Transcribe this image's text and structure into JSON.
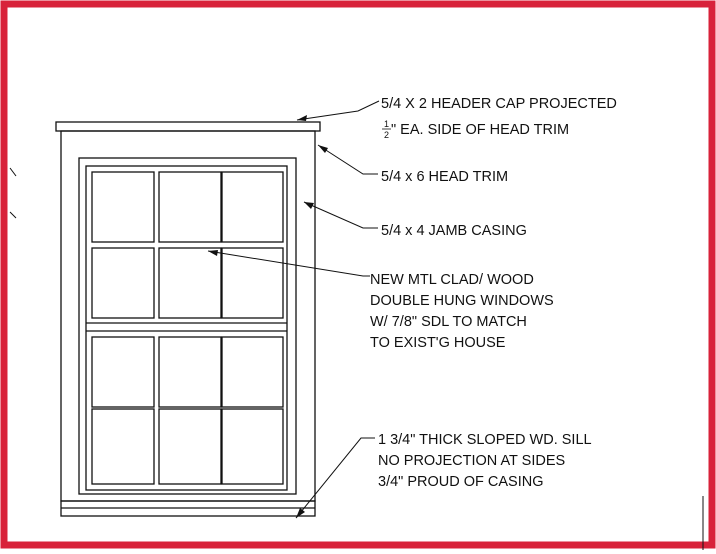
{
  "colors": {
    "border": "#d8223a",
    "line": "#111111",
    "background": "#ffffff"
  },
  "annotations": {
    "header_cap": {
      "line1": "5/4 X 2 HEADER CAP PROJECTED",
      "fraction_numerator": "1",
      "fraction_denominator": "2",
      "line2_rest": "\" EA. SIDE OF HEAD TRIM"
    },
    "head_trim": "5/4 x 6 HEAD TRIM",
    "jamb_casing": "5/4 x 4 JAMB CASING",
    "window": [
      "NEW MTL CLAD/ WOOD",
      "DOUBLE HUNG WINDOWS",
      "W/ 7/8\" SDL TO MATCH",
      "TO EXIST'G HOUSE"
    ],
    "sill": [
      "1 3/4\" THICK SLOPED WD. SILL",
      "NO PROJECTION AT SIDES",
      "3/4\" PROUD OF CASING"
    ]
  },
  "window_grid": {
    "upper_sash": {
      "rows": 2,
      "cols": 3
    },
    "lower_sash": {
      "rows": 2,
      "cols": 3
    }
  }
}
